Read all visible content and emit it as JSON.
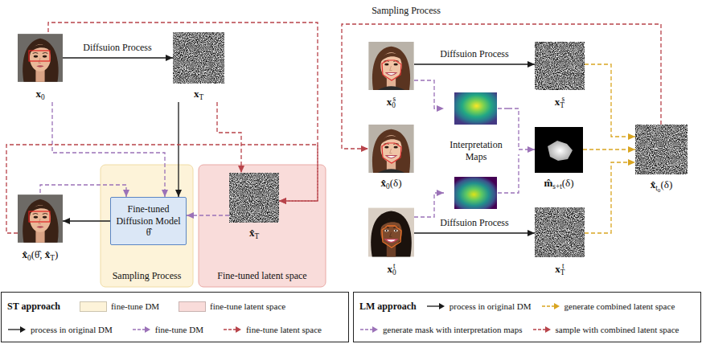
{
  "diagram": {
    "nodes": [
      {
        "text": [
          "x0"
        ]
      },
      {
        "text": [
          "xT"
        ]
      },
      {
        "text": [
          "Sampling Process"
        ]
      },
      {
        "text": [
          "Fine-tuned Diffusion Model θ̂"
        ],
        "in": 2
      },
      {
        "text": [
          "Fine-tuned latent space"
        ]
      },
      {
        "text": [
          "x̂T"
        ],
        "in": 4
      },
      {
        "text": [
          "x̂0(θ̂, x̂T)"
        ]
      },
      {
        "text": [
          "x0s"
        ]
      },
      {
        "text": [
          "xTs"
        ]
      },
      {
        "text": [
          "Interpretation Maps"
        ]
      },
      {
        "text": [
          "x̂0(δ)"
        ]
      },
      {
        "text": [
          "m̂s+t(δ)"
        ]
      },
      {
        "text": [
          "x̂t0(δ)"
        ]
      },
      {
        "text": [
          "x0t"
        ]
      },
      {
        "text": [
          "xTt"
        ]
      }
    ],
    "edges": [
      {
        "from": 0,
        "to": 1,
        "arrow": "to",
        "label": "Diffsuion Process"
      },
      {
        "from": 1,
        "to": 3,
        "arrow": "to"
      },
      {
        "from": 3,
        "to": 6,
        "arrow": "to"
      },
      {
        "from": 0,
        "to": 3,
        "arrow": "to"
      },
      {
        "from": 6,
        "to": 3,
        "arrow": "to"
      },
      {
        "from": 5,
        "to": 3,
        "arrow": "to"
      },
      {
        "from": 0,
        "to": 5,
        "arrow": "to"
      },
      {
        "from": 1,
        "to": 5,
        "arrow": "to"
      },
      {
        "from": 6,
        "to": 5,
        "arrow": "to"
      },
      {
        "from": 7,
        "to": 8,
        "arrow": "to",
        "label": "Diffsuion Process"
      },
      {
        "from": 13,
        "to": 14,
        "arrow": "to",
        "label": "Diffsuion Process"
      },
      {
        "from": 7,
        "to": 9,
        "arrow": "to"
      },
      {
        "from": 13,
        "to": 9,
        "arrow": "to"
      },
      {
        "from": 9,
        "to": 11,
        "arrow": "to"
      },
      {
        "from": 8,
        "to": 12,
        "arrow": "to"
      },
      {
        "from": 11,
        "to": 12,
        "arrow": "to"
      },
      {
        "from": 14,
        "to": 12,
        "arrow": "to"
      },
      {
        "from": 12,
        "to": 10,
        "arrow": "to",
        "label": "Sampling Process"
      }
    ],
    "labels": [
      "ST approach",
      "LM approach"
    ],
    "legend": [
      {
        "text": "fine-tune DM",
        "color": "#fdf3d9"
      },
      {
        "text": "fine-tune latent space",
        "color": "#f9dcda"
      },
      {
        "text": "process in original DM"
      },
      {
        "text": "fine-tune DM"
      },
      {
        "text": "fine-tune latent space"
      },
      {
        "text": "process in original DM"
      },
      {
        "text": "generate combined latent space"
      },
      {
        "text": "generate mask with interpretation maps"
      },
      {
        "text": "sample with combined latent space"
      }
    ]
  }
}
